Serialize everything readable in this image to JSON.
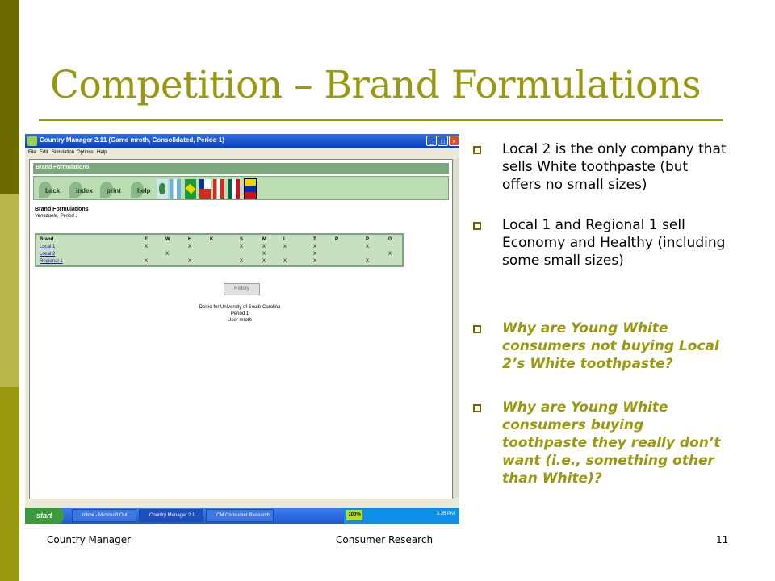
{
  "colors": {
    "accent": "#99990f",
    "dark_olive": "#6b6b00",
    "light_olive": "#b8b84a"
  },
  "slide": {
    "title": "Competition – Brand Formulations",
    "footer_left": "Country Manager",
    "footer_center": "Consumer Research",
    "page_number": "11"
  },
  "bullets": [
    {
      "text": "Local 2 is the only company that sells White toothpaste (but offers no small sizes)",
      "emphasis": false
    },
    {
      "text": "Local 1 and Regional 1 sell Economy and Healthy (including some small sizes)",
      "emphasis": false
    },
    {
      "text": "Why are Young White consumers not buying Local 2’s White toothpaste?",
      "emphasis": true
    },
    {
      "text": "Why are Young White consumers buying toothpaste they really don’t want (i.e., something other than White)?",
      "emphasis": true
    }
  ],
  "app": {
    "window_title": "Country Manager 2.11 (Game mroth, Consolidated, Period 1)",
    "menu": [
      "File",
      "Edit",
      "Simulation",
      "Options",
      "Help"
    ],
    "header": "Brand Formulations",
    "nav": [
      "back",
      "index",
      "print",
      "help"
    ],
    "page_title": "Brand Formulations",
    "page_subtitle": "Venezuela, Period 1",
    "table": {
      "columns": [
        "Brand",
        "E",
        "W",
        "H",
        "K",
        "S",
        "M",
        "L",
        "T",
        "P",
        "P",
        "G"
      ],
      "rows": [
        {
          "brand": "Local 1",
          "marks": [
            "X",
            "",
            "X",
            "",
            "X",
            "X",
            "X",
            "X",
            "",
            "X",
            ""
          ]
        },
        {
          "brand": "Local 2",
          "marks": [
            "",
            "X",
            "",
            "",
            "",
            "X",
            "",
            "X",
            "",
            "",
            "X"
          ]
        },
        {
          "brand": "Regional 1",
          "marks": [
            "X",
            "",
            "X",
            "",
            "X",
            "X",
            "X",
            "X",
            "",
            "X",
            ""
          ]
        }
      ]
    },
    "history_button": "History",
    "footer_lines": [
      "Demo for University of South Carolina",
      "Period 1",
      "User mroth"
    ]
  },
  "taskbar": {
    "start": "start",
    "tasks": [
      "Inbox - Microsoft Out...",
      "Country Manager 2.1...",
      "CM Consumer Research"
    ],
    "battery": "100%",
    "clock": "3:35 PM"
  }
}
